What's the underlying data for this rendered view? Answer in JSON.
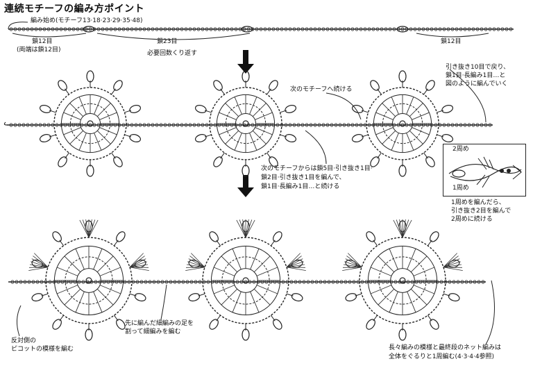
{
  "title": "連続モチーフの編み方ポイント",
  "top_chain": {
    "start_label": "編み始め(モチーフ13·18·23·29·35·48)",
    "seg1_label": "鎖12目",
    "seg1_sub": "(両端は鎖12目)",
    "seg2_label": "鎖23目",
    "seg2_sub": "必要回数くり返す",
    "seg3_label": "鎖12目"
  },
  "row2": {
    "next_motif": "次のモチーフへ続ける",
    "right_note": [
      "引き抜き10目で戻り、",
      "鎖1目·長編み1目…と",
      "図のように編んでいく"
    ],
    "bottom_note": [
      "次のモチーフからは鎖5目·引き抜き1目·",
      "鎖2目·引き抜き1目を編んで、",
      "鎖1目·長編み1目…と続ける"
    ]
  },
  "inset": {
    "round2": "2周め",
    "round1": "1周め",
    "note": [
      "1周めを編んだら、",
      "引き抜き2目を編んで",
      "2周めに続ける"
    ]
  },
  "row3": {
    "left_note": [
      "反対側の",
      "ピコットの模様を編む"
    ],
    "mid_note": [
      "先に編んだ細編みの足を",
      "割って細編みを編む"
    ],
    "right_note": [
      "長々編みの模様と最終段のネット編みは",
      "全体をぐるりと1周編む(4·3·4·4参照)"
    ]
  }
}
